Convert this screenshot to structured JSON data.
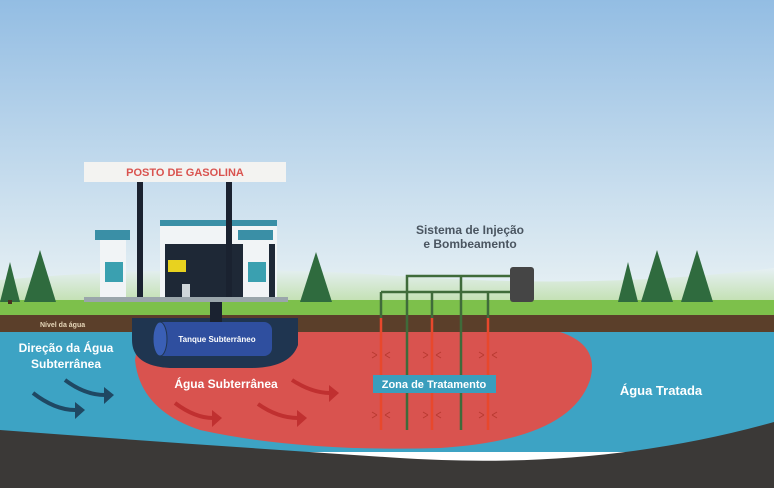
{
  "labels": {
    "station_sign": "POSTO DE GASOLINA",
    "water_level": "Nível da água",
    "flow_direction_line1": "Direção da Água",
    "flow_direction_line2": "Subterrânea",
    "tank": "Tanque Subterrâneo",
    "groundwater": "Água Subterrânea",
    "system_line1": "Sistema de Injeção",
    "system_line2": "e Bombeamento",
    "treatment_zone": "Zona de Tratamento",
    "treated_water": "Água Tratada"
  },
  "colors": {
    "sky_top": "#93bde3",
    "sky_bottom": "#e8f1f4",
    "grass": "#7dc04b",
    "soil": "#5b3f2a",
    "aquifer": "#3da3c4",
    "plume": "#d9534f",
    "bedrock": "#3b3937",
    "tank": "#2f4f9f",
    "tank_pit": "#1f3550",
    "injection_pipe": "#e8482c",
    "extraction_pipe": "#3f6b3a",
    "sign_text": "#d9534f"
  }
}
